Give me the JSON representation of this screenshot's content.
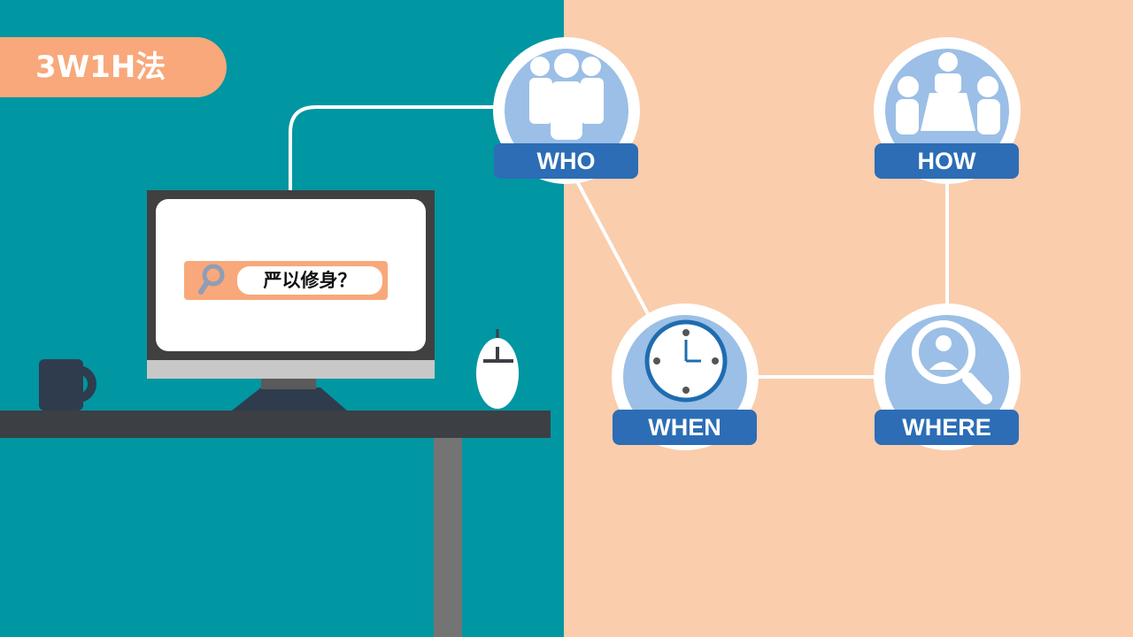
{
  "title": "3W1H法",
  "search": {
    "query": "严以修身？"
  },
  "nodes": [
    {
      "id": "who",
      "label": "WHO"
    },
    {
      "id": "how",
      "label": "HOW"
    },
    {
      "id": "when",
      "label": "WHEN"
    },
    {
      "id": "where",
      "label": "WHERE"
    }
  ],
  "colors": {
    "left_bg": "#0096a2",
    "right_bg": "#facdad",
    "accent_orange": "#f8a87a",
    "node_fill": "#9bbfe6",
    "label_blue": "#2c6db5"
  },
  "icons": [
    "magnifier-icon",
    "team-people-icon",
    "meeting-table-icon",
    "clock-icon",
    "search-person-icon",
    "mug-icon",
    "mouse-icon",
    "monitor-icon"
  ]
}
